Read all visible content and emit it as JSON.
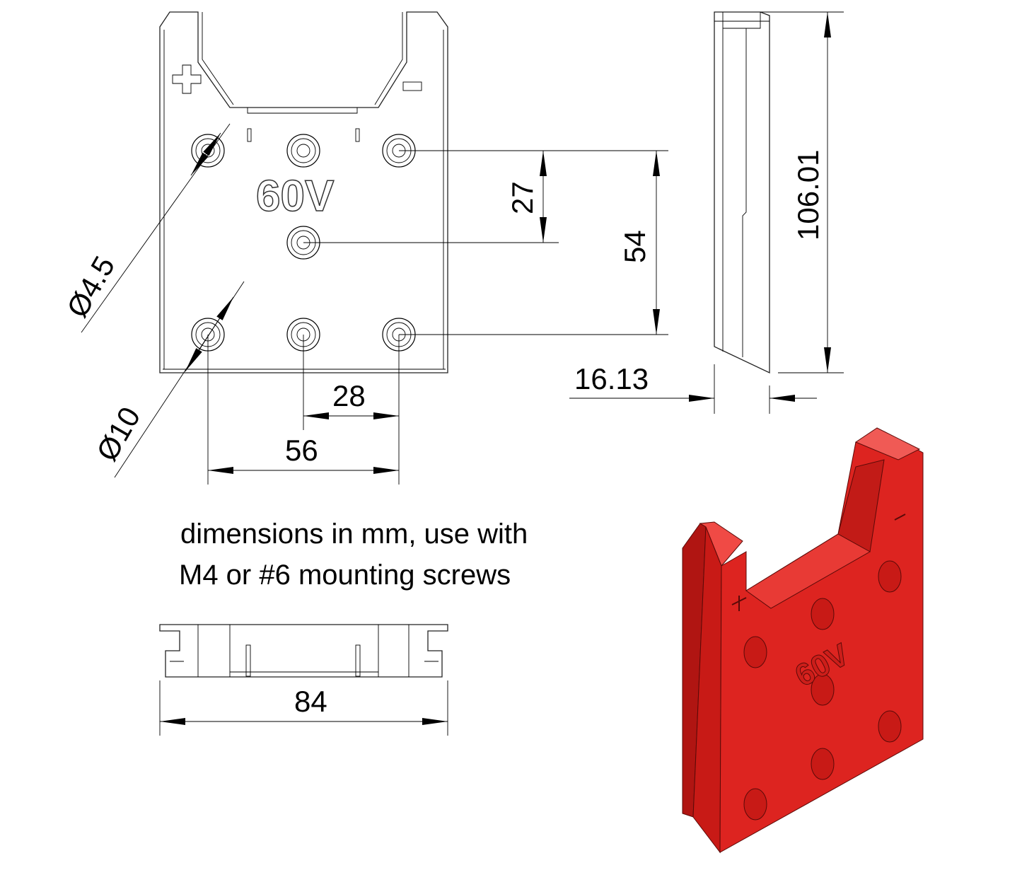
{
  "drawing": {
    "front_view": {
      "embossed_label": "60V",
      "plus_sign": "+",
      "minus_sign": "-",
      "dimensions": {
        "hole_diameter": "Ø4.5",
        "counterbore_diameter": "Ø10",
        "vertical_spacing_small": "27",
        "vertical_spacing_large": "54",
        "horizontal_spacing_small": "28",
        "horizontal_spacing_large": "56"
      }
    },
    "side_view": {
      "dimensions": {
        "height": "106.01",
        "thickness": "16.13"
      }
    },
    "bottom_view": {
      "dimensions": {
        "width": "84"
      }
    },
    "note": {
      "line1": "dimensions in mm, use with",
      "line2": "M4 or #6 mounting screws"
    },
    "render_color": "#e0221e"
  }
}
